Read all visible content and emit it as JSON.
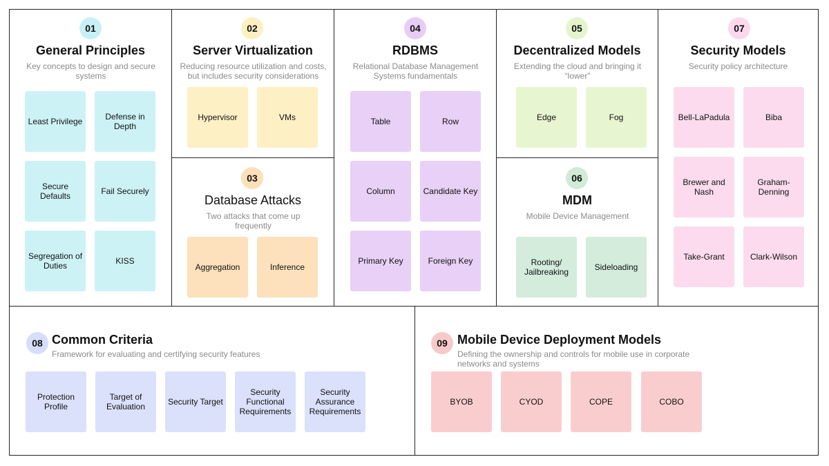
{
  "colors": {
    "badge_cyan": "#c7f0f4",
    "badge_yellow": "#fcf0c3",
    "badge_orange": "#fde0b8",
    "badge_purple": "#e7cdf6",
    "badge_lime": "#e6f4cd",
    "badge_mint": "#d0ebd7",
    "badge_pink": "#fbd8ec",
    "badge_blue": "#d8defa",
    "badge_red": "#f8c9ca"
  },
  "sections": {
    "s01": {
      "number": "01",
      "title": "General Principles",
      "subtitle": "Key concepts to design and secure systems",
      "items": [
        "Least Privilege",
        "Defense in Depth",
        "Secure Defaults",
        "Fail Securely",
        "Segregation of Duties",
        "KISS"
      ]
    },
    "s02": {
      "number": "02",
      "title": "Server Virtualization",
      "subtitle": "Reducing resource utilization and costs, but includes security considerations",
      "items": [
        "Hypervisor",
        "VMs"
      ]
    },
    "s03": {
      "number": "03",
      "title": "Database Attacks",
      "subtitle": "Two attacks that come up frequently",
      "items": [
        "Aggregation",
        "Inference"
      ]
    },
    "s04": {
      "number": "04",
      "title": "RDBMS",
      "subtitle": "Relational Database Management Systems fundamentals",
      "items": [
        "Table",
        "Row",
        "Column",
        "Candidate Key",
        "Primary Key",
        "Foreign Key"
      ]
    },
    "s05": {
      "number": "05",
      "title": "Decentralized Models",
      "subtitle": "Extending the cloud and bringing it “lower”",
      "items": [
        "Edge",
        "Fog"
      ]
    },
    "s06": {
      "number": "06",
      "title": "MDM",
      "subtitle": "Mobile Device Management",
      "items": [
        "Rooting/ Jailbreaking",
        "Sideloading"
      ]
    },
    "s07": {
      "number": "07",
      "title": "Security Models",
      "subtitle": "Security policy architecture",
      "items": [
        "Bell-LaPadula",
        "Biba",
        "Brewer and Nash",
        "Graham-Denning",
        "Take-Grant",
        "Clark-Wilson"
      ]
    },
    "s08": {
      "number": "08",
      "title": "Common Criteria",
      "subtitle": "Framework for evaluating and certifying security features",
      "items": [
        "Protection Profile",
        "Target of Evaluation",
        "Security Target",
        "Security Functional Requirements",
        "Security Assurance Requirements"
      ]
    },
    "s09": {
      "number": "09",
      "title": "Mobile Device Deployment Models",
      "subtitle": "Defining the ownership and controls for mobile use in corporate networks and systems",
      "items": [
        "BYOB",
        "CYOD",
        "COPE",
        "COBO"
      ]
    }
  }
}
